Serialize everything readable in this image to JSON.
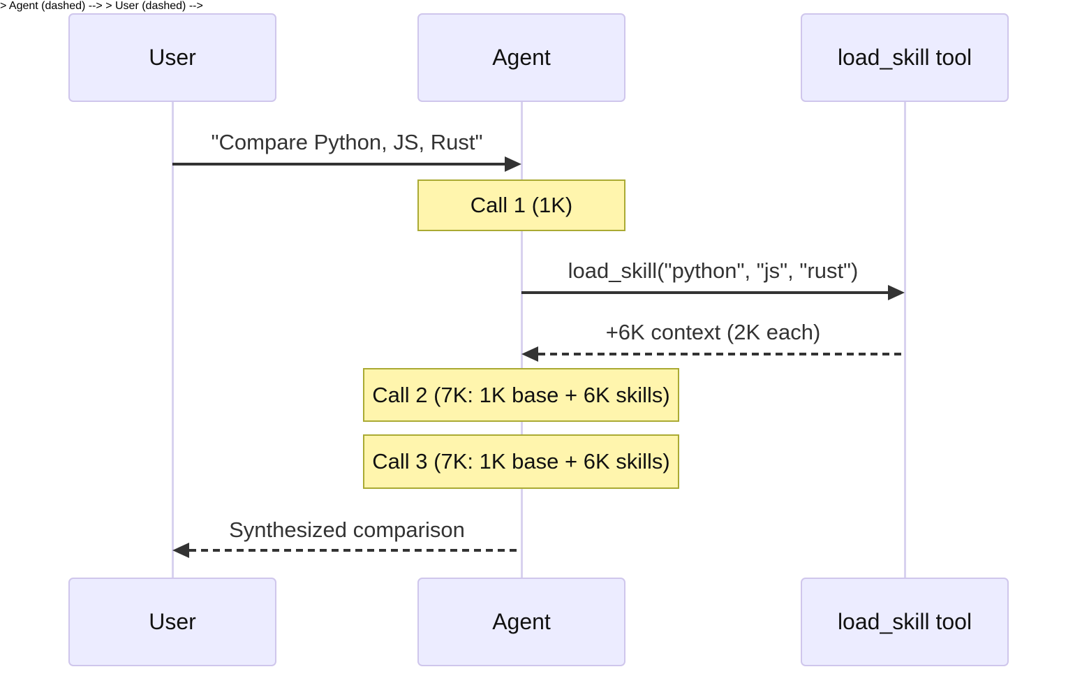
{
  "diagram": {
    "type": "sequence-diagram",
    "actors": [
      {
        "id": "user",
        "label": "User"
      },
      {
        "id": "agent",
        "label": "Agent"
      },
      {
        "id": "tool",
        "label": "load_skill tool"
      }
    ],
    "messages": [
      {
        "from": "user",
        "to": "agent",
        "style": "solid",
        "label": "\"Compare Python, JS, Rust\""
      },
      {
        "from": "agent",
        "to": "tool",
        "style": "solid",
        "label": "load_skill(\"python\", \"js\", \"rust\")"
      },
      {
        "from": "tool",
        "to": "agent",
        "style": "dashed",
        "label": "+6K context (2K each)"
      },
      {
        "from": "agent",
        "to": "user",
        "style": "dashed",
        "label": "Synthesized comparison"
      }
    ],
    "notes": [
      {
        "over": "agent",
        "label": "Call 1 (1K)"
      },
      {
        "over": "agent",
        "label": "Call 2 (7K: 1K base + 6K skills)"
      },
      {
        "over": "agent",
        "label": "Call 3 (7K: 1K base + 6K skills)"
      }
    ],
    "colors": {
      "background": "#FFFFFF",
      "actor_fill": "#ECECFF",
      "actor_border": "#CFC6EC",
      "lifeline": "#D8D2EF",
      "note_fill": "#FFF5AD",
      "note_border": "#AAAA33",
      "arrow": "#333333",
      "message_text": "#333333",
      "actor_text": "#111111"
    }
  }
}
